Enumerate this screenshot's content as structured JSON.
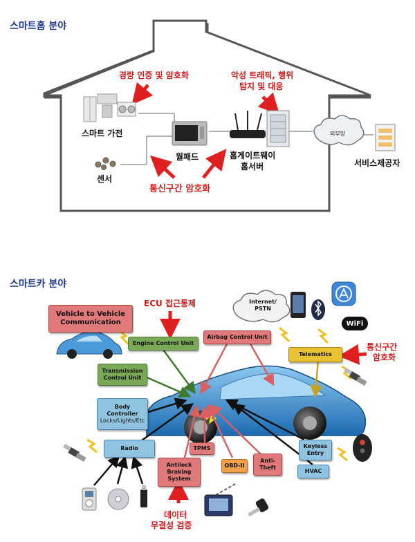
{
  "home": {
    "section_title": "스마트홈 분야",
    "label_lightweight_auth": "경량 인증 및 암호화",
    "label_malicious_traffic_line1": "악성 트래픽, 행위",
    "label_malicious_traffic_line2": "탐지 및 대응",
    "label_smart_appliance": "스마트 가전",
    "label_wallpad": "월패드",
    "label_gateway_line1": "홈게이트웨이",
    "label_gateway_line2": "홈서버",
    "label_sensor": "센서",
    "label_comm_encryption": "통신구간 암호화",
    "label_external_net": "외부망",
    "label_service_provider": "서비스제공자"
  },
  "car": {
    "section_title": "스마트카 분야",
    "label_ecu_access": "ECU 접근통제",
    "label_comm_encryption_line1": "통신구간",
    "label_comm_encryption_line2": "암호화",
    "label_data_integrity_line1": "데이터",
    "label_data_integrity_line2": "무결성 검증",
    "box_v2v_line1": "Vehicle to Vehicle",
    "box_v2v_line2": "Communication",
    "box_engine": "Engine Control Unit",
    "box_airbag": "Airbag Control Unit",
    "box_transmission_line1": "Transmission",
    "box_transmission_line2": "Control Unit",
    "box_body_line1": "Body",
    "box_body_line2": "Controller",
    "box_body_line3": "Locks/Lights/Etc",
    "box_radio": "Radio",
    "box_tpms": "TPMS",
    "box_antilock_line1": "Antilock",
    "box_antilock_line2": "Braking",
    "box_antilock_line3": "System",
    "box_obd": "OBD-II",
    "box_antitheft_line1": "Anti-",
    "box_antitheft_line2": "Theft",
    "box_keyless_line1": "Keyless",
    "box_keyless_line2": "Entry",
    "box_hvac": "HVAC",
    "box_telematics": "Telematics",
    "cloud_internet_line1": "Internet/",
    "cloud_internet_line2": "PSTN",
    "wifi_logo": "WiFi"
  },
  "colors": {
    "title_blue": "#1f3a8a",
    "emphasis_red": "#d21a1a",
    "car_body_blue": "#3f8fd0",
    "box_green": "#79a957",
    "box_pink": "#e07a7a",
    "box_blue": "#8fc3e0",
    "box_yellow": "#e8c233",
    "box_orange": "#f0a24a"
  },
  "icons": [
    "refrigerator-icon",
    "washer-icon",
    "wallpad-icon",
    "router-icon",
    "server-icon",
    "sensor-icon",
    "cloud-icon",
    "service-server-icon",
    "car-icon",
    "phone-icon",
    "bluetooth-icon",
    "app-store-icon",
    "satellite-icon",
    "key-fob-icon",
    "ipod-icon",
    "cd-icon",
    "usb-icon",
    "car-key-icon",
    "diagnostic-tool-icon"
  ]
}
